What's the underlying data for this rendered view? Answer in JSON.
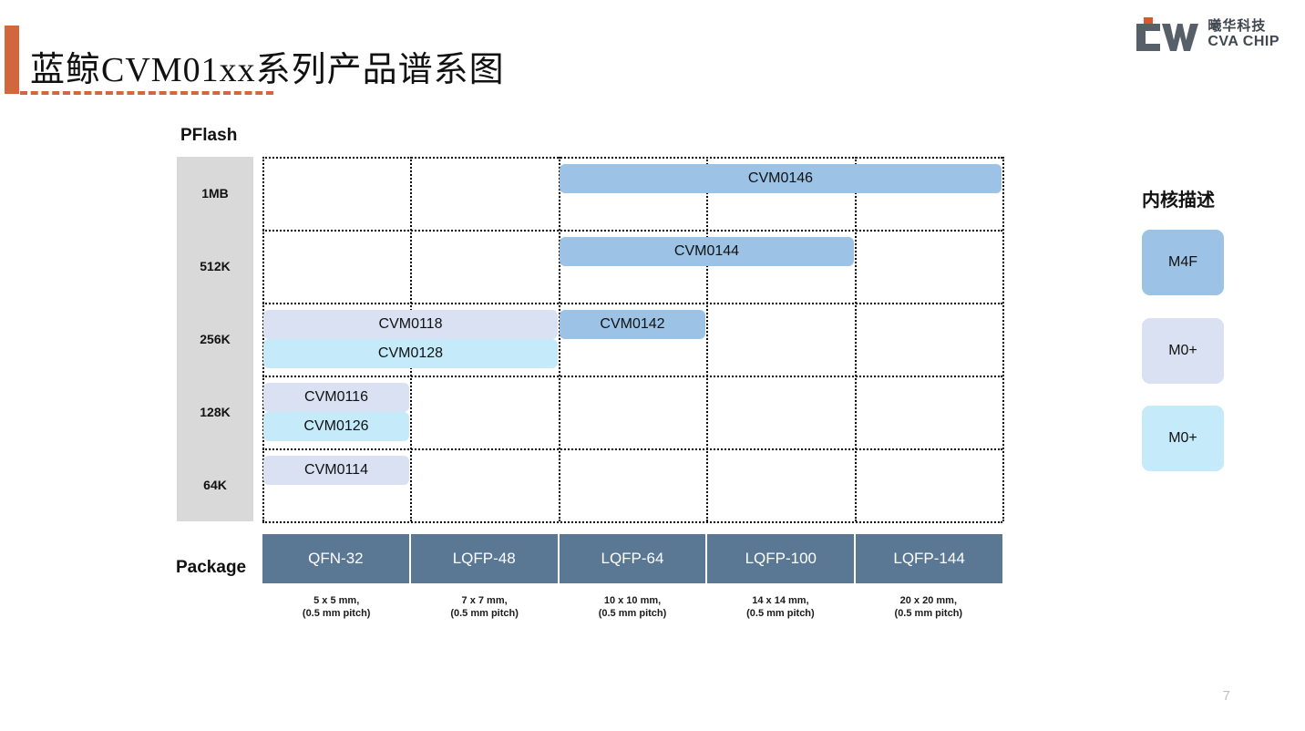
{
  "header": {
    "title": "蓝鲸CVM01xx系列产品谱系图",
    "accent_color": "#d2663c"
  },
  "logo": {
    "mark_name": "cva-chip-logo",
    "text_cn": "曦华科技",
    "text_en": "CVA CHIP",
    "mark_color": "#575f68",
    "accent_square_color": "#e2552a"
  },
  "axes": {
    "y_axis_label": "PFlash",
    "x_axis_label": "Package"
  },
  "legend": {
    "title": "内核描述",
    "items": [
      {
        "label": "M4F",
        "color": "#9cc3e5"
      },
      {
        "label": "M0+",
        "color": "#d9e1f2"
      },
      {
        "label": "M0+",
        "color": "#c5ebfa"
      }
    ]
  },
  "footer": {
    "page_number": "7"
  },
  "chart_data": {
    "type": "table",
    "title": "蓝鲸CVM01xx系列产品谱系图",
    "xlabel": "Package",
    "ylabel": "PFlash",
    "grid": true,
    "legend_position": "right",
    "x_categories": [
      "QFN-32",
      "LQFP-48",
      "LQFP-64",
      "LQFP-100",
      "LQFP-144"
    ],
    "x_category_dims": [
      "5 x 5 mm,\n(0.5 mm pitch)",
      "7 x 7 mm,\n(0.5 mm pitch)",
      "10 x 10 mm,\n(0.5 mm pitch)",
      "14 x 14 mm,\n(0.5 mm pitch)",
      "20 x 20 mm,\n(0.5 mm pitch)"
    ],
    "y_categories": [
      "1MB",
      "512K",
      "256K",
      "128K",
      "64K"
    ],
    "bars": [
      {
        "label": "CVM0146",
        "flash": "1MB",
        "core": "M4F",
        "color": "#9cc3e5",
        "col_start": 2,
        "col_end": 4,
        "row": 0,
        "sub_row": 0
      },
      {
        "label": "CVM0144",
        "flash": "512K",
        "core": "M4F",
        "color": "#9cc3e5",
        "col_start": 2,
        "col_end": 3,
        "row": 1,
        "sub_row": 0
      },
      {
        "label": "CVM0118",
        "flash": "256K",
        "core": "M0+",
        "color": "#d9e1f2",
        "col_start": 0,
        "col_end": 1,
        "row": 2,
        "sub_row": 0
      },
      {
        "label": "CVM0128",
        "flash": "256K",
        "core": "M0+",
        "color": "#c5ebfa",
        "col_start": 0,
        "col_end": 1,
        "row": 2,
        "sub_row": 1
      },
      {
        "label": "CVM0142",
        "flash": "256K",
        "core": "M4F",
        "color": "#9cc3e5",
        "col_start": 2,
        "col_end": 2,
        "row": 2,
        "sub_row": 0
      },
      {
        "label": "CVM0116",
        "flash": "128K",
        "core": "M0+",
        "color": "#d9e1f2",
        "col_start": 0,
        "col_end": 0,
        "row": 3,
        "sub_row": 0
      },
      {
        "label": "CVM0126",
        "flash": "128K",
        "core": "M0+",
        "color": "#c5ebfa",
        "col_start": 0,
        "col_end": 0,
        "row": 3,
        "sub_row": 1
      },
      {
        "label": "CVM0114",
        "flash": "64K",
        "core": "M0+",
        "color": "#d9e1f2",
        "col_start": 0,
        "col_end": 0,
        "row": 4,
        "sub_row": 0
      }
    ]
  }
}
